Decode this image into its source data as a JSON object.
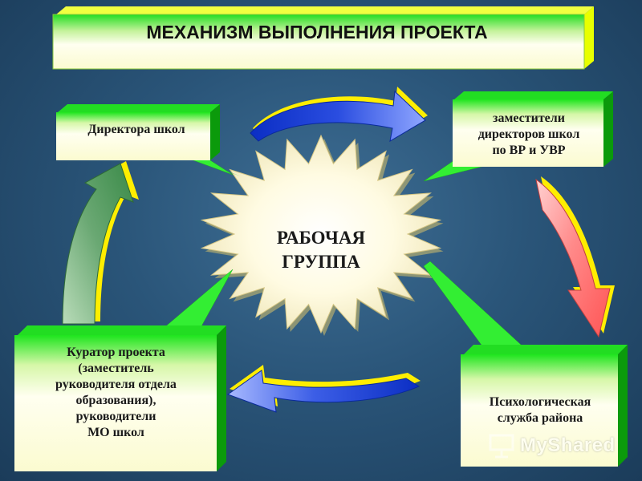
{
  "title": "МЕХАНИЗМ ВЫПОЛНЕНИЯ ПРОЕКТА",
  "center": {
    "line1": "РАБОЧАЯ",
    "line2": "ГРУППА"
  },
  "boxes": {
    "directors": {
      "lines": [
        "Директора школ"
      ]
    },
    "deputies": {
      "lines": [
        "заместители",
        "директоров школ",
        "по ВР и УВР"
      ]
    },
    "curator": {
      "lines": [
        "Куратор проекта",
        "(заместитель",
        "руководителя отдела",
        "образования),",
        "руководители",
        "МО школ"
      ]
    },
    "psychology": {
      "lines": [
        "Психологическая",
        "служба района"
      ]
    }
  },
  "watermark": {
    "text": "MyShared"
  },
  "colors": {
    "background": "#2a5579",
    "box_face": "#fbfbd0",
    "box_green": "#22dd22",
    "box_green_dark": "#0b9a0b",
    "arrow_blue": "#1a3fd8",
    "arrow_pink": "#ff7070",
    "arrow_green": "#4a9a58",
    "arrow_yellow_edge": "#ffff00",
    "burst_fill": "#fffbe2"
  }
}
